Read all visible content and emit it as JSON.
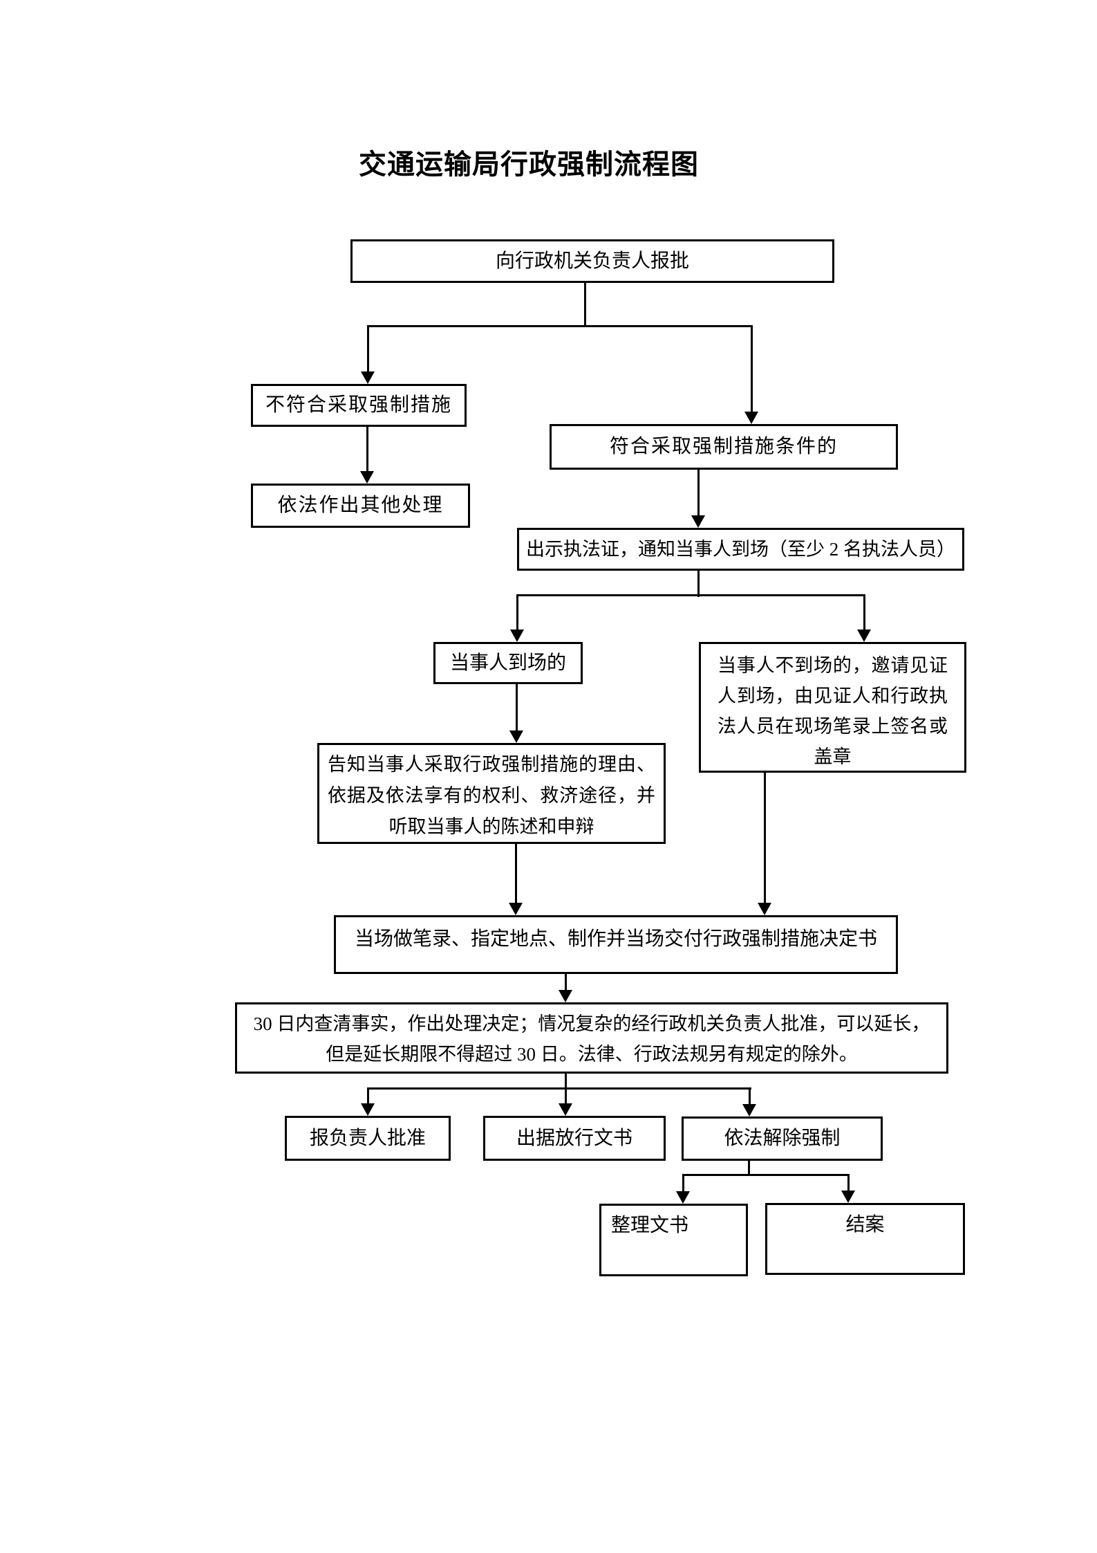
{
  "page": {
    "background": "#ffffff",
    "line_color": "#000000"
  },
  "title": "交通运输局行政强制流程图",
  "flowchart": {
    "nodes": {
      "report_approval": "向行政机关负责人报批",
      "not_qualified": "不符合采取强制措施",
      "other_handling": "依法作出其他处理",
      "qualified": "符合采取强制措施条件的",
      "show_credentials": "出示执法证，通知当事人到场（至少 2 名执法人员）",
      "party_present": "当事人到场的",
      "party_absent": "当事人不到场的，邀请见证人到场，由见证人和行政执法人员在现场笔录上签名或盖章",
      "inform_party": "告知当事人采取行政强制措施的理由、依据及依法享有的权利、救济途径，并听取当事人的陈述和申辩",
      "onsite_record": "当场做笔录、指定地点、制作并当场交付行政强制措施决定书",
      "decision_30days_line1": "30 日内查清事实，作出处理决定；情况复杂的经行政机关负责人批准，可以延长，",
      "decision_30days_line2": "但是延长期限不得超过 30 日。法律、行政法规另有规定的除外。",
      "report_leader": "报负责人批准",
      "release_document": "出据放行文书",
      "lift_enforcement": "依法解除强制",
      "organize_documents": "整理文书",
      "close_case": "结案"
    }
  }
}
